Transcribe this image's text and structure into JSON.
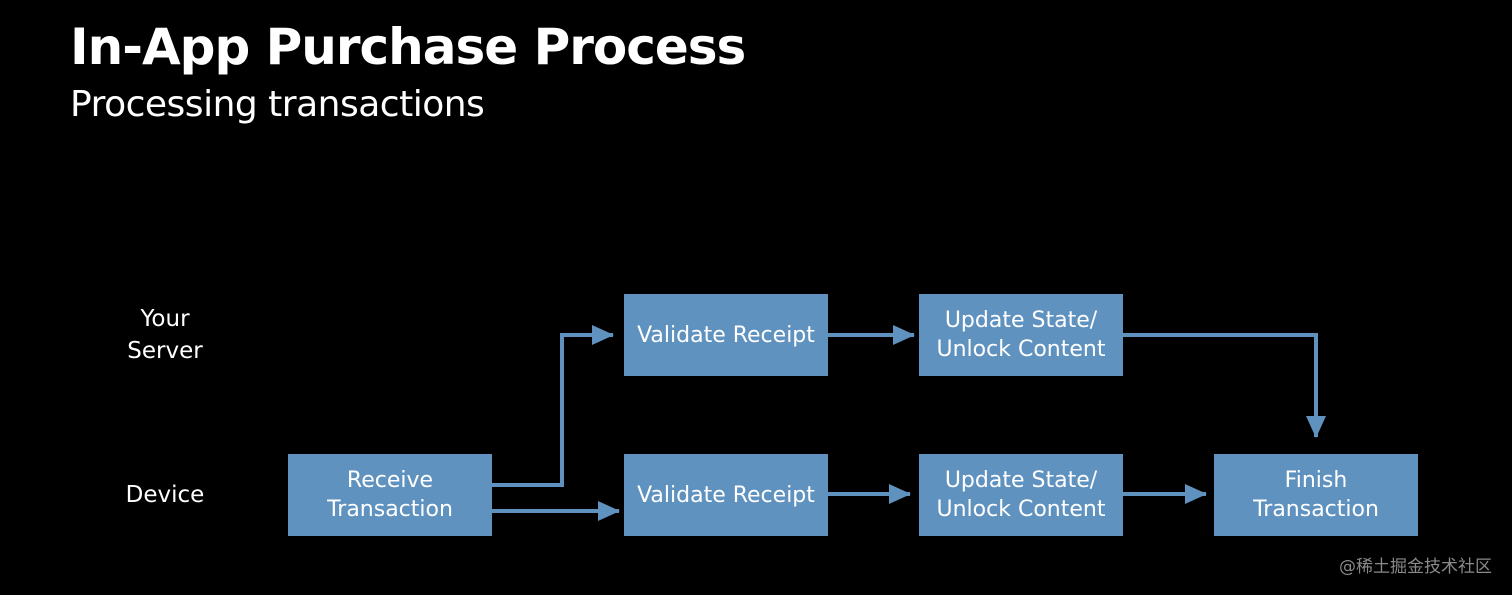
{
  "header": {
    "title": "In-App Purchase Process",
    "subtitle": "Processing transactions"
  },
  "lanes": {
    "server": "Your\nServer",
    "device": "Device"
  },
  "nodes": {
    "receive_transaction": "Receive\nTransaction",
    "server_validate_receipt": "Validate Receipt",
    "server_update_state": "Update State/\nUnlock Content",
    "device_validate_receipt": "Validate Receipt",
    "device_update_state": "Update State/\nUnlock Content",
    "finish_transaction": "Finish\nTransaction"
  },
  "colors": {
    "background": "#000000",
    "node_fill": "#6092bf",
    "connector": "#6092bf",
    "text": "#ffffff"
  },
  "watermark": "@稀土掘金技术社区"
}
